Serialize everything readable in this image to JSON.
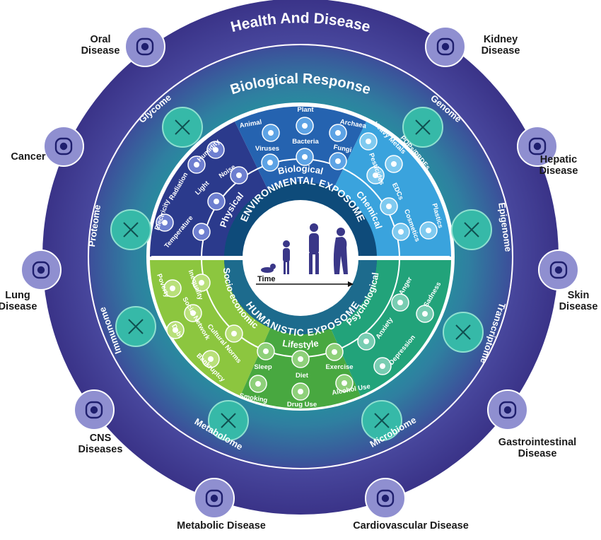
{
  "outer_title": "Health And Disease",
  "inner_title": "Biological Response",
  "center": {
    "top_arc": "ENVIRONMENTAL EXPOSOME",
    "bottom_arc": "HUMANISTIC EXPOSOME",
    "time_label": "Time"
  },
  "diseases": [
    {
      "id": "oral",
      "lines": [
        "Oral",
        "Disease"
      ],
      "icon": "tooth-icon"
    },
    {
      "id": "kidney",
      "lines": [
        "Kidney",
        "Disease"
      ],
      "icon": "kidney-icon"
    },
    {
      "id": "cancer",
      "lines": [
        "Cancer"
      ],
      "icon": "cancer-cell-icon"
    },
    {
      "id": "hepatic",
      "lines": [
        "Hepatic",
        "Disease"
      ],
      "icon": "liver-icon"
    },
    {
      "id": "lung",
      "lines": [
        "Lung",
        "Disease"
      ],
      "icon": "lungs-icon"
    },
    {
      "id": "skin",
      "lines": [
        "Skin",
        "Disease"
      ],
      "icon": "skin-icon"
    },
    {
      "id": "cns",
      "lines": [
        "CNS",
        "Diseases"
      ],
      "icon": "brain-icon"
    },
    {
      "id": "gi",
      "lines": [
        "Gastrointestinal",
        "Disease"
      ],
      "icon": "intestine-icon"
    },
    {
      "id": "metabolic",
      "lines": [
        "Metabolic Disease"
      ],
      "icon": "weighing-scale-icon"
    },
    {
      "id": "cardio",
      "lines": [
        "Cardiovascular Disease"
      ],
      "icon": "heart-icon"
    }
  ],
  "omics": [
    {
      "label": "Glycome",
      "icon": "glycan-icon"
    },
    {
      "label": "Genome",
      "icon": "dna-icon"
    },
    {
      "label": "Proteome",
      "icon": "protein-icon"
    },
    {
      "label": "Epigenome",
      "icon": "methylated-dna-icon"
    },
    {
      "label": "Immunome",
      "icon": "antibody-icon"
    },
    {
      "label": "Transcriptome",
      "icon": "rna-icon"
    },
    {
      "label": "Metabolome",
      "icon": "metabolite-network-icon"
    },
    {
      "label": "Microbiome",
      "icon": "microbe-icon"
    }
  ],
  "sectors": {
    "physical": {
      "title": "Physical",
      "items": [
        "Electricity",
        "Radiation",
        "Humidity",
        "Light",
        "Noise",
        "Temperature"
      ]
    },
    "biological": {
      "title": "Biological",
      "items": [
        "Animal",
        "Plant",
        "Archaea",
        "Viruses",
        "Bacteria",
        "Fungi"
      ]
    },
    "chemical": {
      "title": "Chemical",
      "items": [
        "Heavy Metals",
        "POPs/PBDEs",
        "Pesticides",
        "EDCs",
        "Cosmetics",
        "Plastics"
      ]
    },
    "socio": {
      "title": "Socio-economic",
      "items": [
        "Poverty",
        "Inequality",
        "Social Network",
        "Cultural Norms",
        "Debt",
        "Bankruptcy"
      ]
    },
    "lifestyle": {
      "title": "Lifestyle",
      "items": [
        "Sleep",
        "Diet",
        "Exercise",
        "Smoking",
        "Drug Use",
        "Alcohol Use"
      ]
    },
    "psych": {
      "title": "Psychological",
      "items": [
        "Anger",
        "Sadness",
        "Anxiety",
        "Depression"
      ]
    }
  },
  "colors": {
    "outer_ring": "#3d3b8c",
    "omics_ring": "#1f9fa0",
    "physical": "#2b3a8c",
    "biological": "#2563b0",
    "chemical": "#3aa3dd",
    "socio": "#8cc63f",
    "lifestyle": "#48a840",
    "psych": "#22a37a",
    "center_band": "#0e4b7a"
  }
}
